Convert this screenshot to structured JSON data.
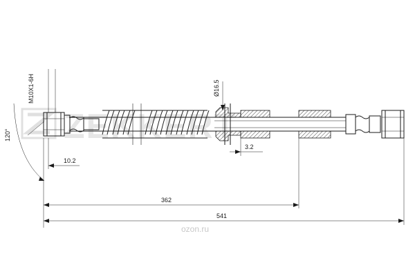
{
  "watermark": {
    "brand": "ZEKKERT",
    "site": "ozon.ru"
  },
  "dimensions": {
    "thread": "M10X1-6H",
    "angle": "120°",
    "diameter": "Ø16.5",
    "offset_3_2": "3.2",
    "offset_10_2": "10.2",
    "length_362": "362",
    "length_541": "541"
  }
}
